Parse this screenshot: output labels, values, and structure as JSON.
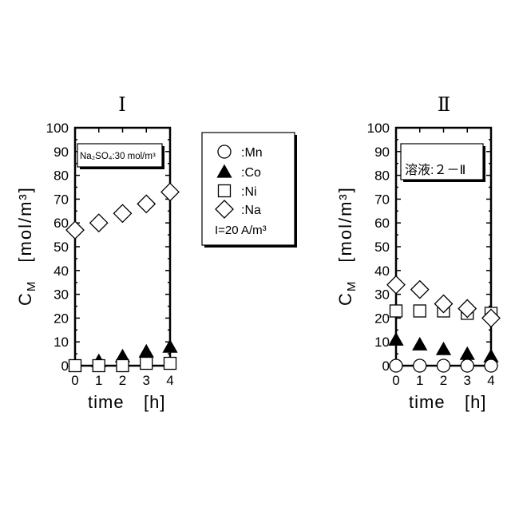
{
  "colors": {
    "ink": "#000000",
    "background": "#ffffff"
  },
  "legend": {
    "placement": "center",
    "items": [
      {
        "label": ":Mn",
        "marker": "circle-open"
      },
      {
        "label": ":Co",
        "marker": "triangle-filled"
      },
      {
        "label": ":Ni",
        "marker": "square-open"
      },
      {
        "label": ":Na",
        "marker": "diamond-open"
      }
    ],
    "note": "I=20 A/m³"
  },
  "chart_data": [
    {
      "type": "scatter",
      "title": "Ⅰ",
      "annotation": "Na₂SO₄:30 mol/m³",
      "xlabel": {
        "name": "time",
        "unit": "[h]"
      },
      "ylabel": {
        "base": "C",
        "sub": "M",
        "unit": "[mol/m³]"
      },
      "xlim": [
        0,
        4
      ],
      "ylim": [
        0,
        100
      ],
      "xticks": [
        0,
        1,
        2,
        3,
        4
      ],
      "yticks": [
        0,
        10,
        20,
        30,
        40,
        50,
        60,
        70,
        80,
        90,
        100
      ],
      "grid": false,
      "x": [
        0,
        1,
        2,
        3,
        4
      ],
      "series": [
        {
          "name": "Co",
          "marker": "triangle-filled",
          "values": [
            null,
            2,
            4,
            6,
            8
          ]
        },
        {
          "name": "Ni",
          "marker": "square-open",
          "values": [
            0,
            0,
            0,
            1,
            1
          ]
        },
        {
          "name": "Na",
          "marker": "diamond-open",
          "values": [
            57,
            60,
            64,
            68,
            73
          ]
        }
      ]
    },
    {
      "type": "scatter",
      "title": "Ⅱ",
      "annotation": "溶液:２－Ⅱ",
      "xlabel": {
        "name": "time",
        "unit": "[h]"
      },
      "ylabel": {
        "base": "C",
        "sub": "M",
        "unit": "[mol/m³]"
      },
      "xlim": [
        0,
        4
      ],
      "ylim": [
        0,
        100
      ],
      "xticks": [
        0,
        1,
        2,
        3,
        4
      ],
      "yticks": [
        0,
        10,
        20,
        30,
        40,
        50,
        60,
        70,
        80,
        90,
        100
      ],
      "grid": false,
      "x": [
        0,
        1,
        2,
        3,
        4
      ],
      "series": [
        {
          "name": "Co",
          "marker": "triangle-filled",
          "values": [
            11,
            9,
            7,
            5,
            4
          ]
        },
        {
          "name": "Ni",
          "marker": "square-open",
          "values": [
            23,
            23,
            23,
            22,
            22
          ]
        },
        {
          "name": "Mn",
          "marker": "circle-open",
          "values": [
            0,
            0,
            0,
            0,
            0
          ]
        },
        {
          "name": "Na",
          "marker": "diamond-open",
          "values": [
            34,
            32,
            26,
            24,
            20
          ]
        }
      ]
    }
  ]
}
